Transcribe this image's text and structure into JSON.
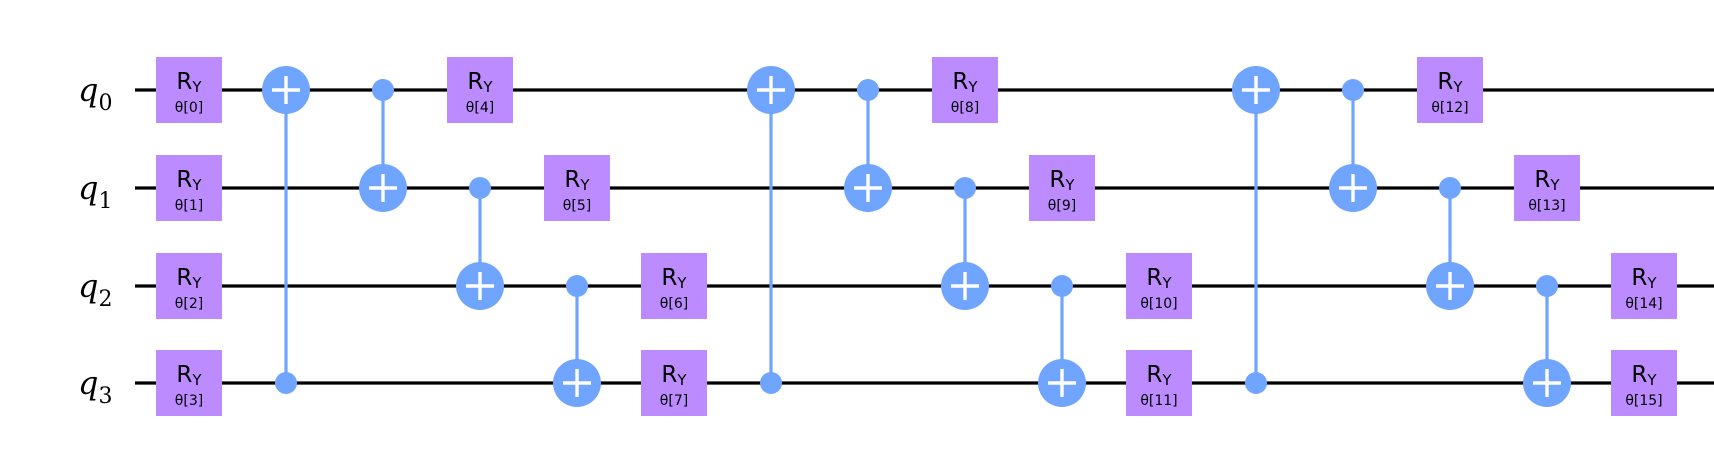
{
  "qubits": [
    {
      "name": "q",
      "index": "0"
    },
    {
      "name": "q",
      "index": "1"
    },
    {
      "name": "q",
      "index": "2"
    },
    {
      "name": "q",
      "index": "3"
    }
  ],
  "colors": {
    "wire": "#000000",
    "ry_gate": "#bb8bff",
    "cnot": "#6fa4ff",
    "background": "#ffffff"
  },
  "ry_gate": {
    "name": "R",
    "sub": "Y"
  },
  "gates": [
    {
      "type": "ry",
      "qubit": 0,
      "col": 0,
      "param": "θ[0]"
    },
    {
      "type": "ry",
      "qubit": 1,
      "col": 0,
      "param": "θ[1]"
    },
    {
      "type": "ry",
      "qubit": 2,
      "col": 0,
      "param": "θ[2]"
    },
    {
      "type": "ry",
      "qubit": 3,
      "col": 0,
      "param": "θ[3]"
    },
    {
      "type": "cx",
      "control": 3,
      "target": 0,
      "col": 1
    },
    {
      "type": "cx",
      "control": 0,
      "target": 1,
      "col": 2
    },
    {
      "type": "ry",
      "qubit": 0,
      "col": 3,
      "param": "θ[4]"
    },
    {
      "type": "cx",
      "control": 1,
      "target": 2,
      "col": 3
    },
    {
      "type": "ry",
      "qubit": 1,
      "col": 4,
      "param": "θ[5]"
    },
    {
      "type": "cx",
      "control": 2,
      "target": 3,
      "col": 4
    },
    {
      "type": "ry",
      "qubit": 2,
      "col": 5,
      "param": "θ[6]"
    },
    {
      "type": "ry",
      "qubit": 3,
      "col": 5,
      "param": "θ[7]"
    },
    {
      "type": "cx",
      "control": 3,
      "target": 0,
      "col": 6
    },
    {
      "type": "cx",
      "control": 0,
      "target": 1,
      "col": 7
    },
    {
      "type": "ry",
      "qubit": 0,
      "col": 8,
      "param": "θ[8]"
    },
    {
      "type": "cx",
      "control": 1,
      "target": 2,
      "col": 8
    },
    {
      "type": "ry",
      "qubit": 1,
      "col": 9,
      "param": "θ[9]"
    },
    {
      "type": "cx",
      "control": 2,
      "target": 3,
      "col": 9
    },
    {
      "type": "ry",
      "qubit": 2,
      "col": 10,
      "param": "θ[10]"
    },
    {
      "type": "ry",
      "qubit": 3,
      "col": 10,
      "param": "θ[11]"
    },
    {
      "type": "cx",
      "control": 3,
      "target": 0,
      "col": 11
    },
    {
      "type": "cx",
      "control": 0,
      "target": 1,
      "col": 12
    },
    {
      "type": "ry",
      "qubit": 0,
      "col": 13,
      "param": "θ[12]"
    },
    {
      "type": "cx",
      "control": 1,
      "target": 2,
      "col": 13
    },
    {
      "type": "ry",
      "qubit": 1,
      "col": 14,
      "param": "θ[13]"
    },
    {
      "type": "cx",
      "control": 2,
      "target": 3,
      "col": 14
    },
    {
      "type": "ry",
      "qubit": 2,
      "col": 15,
      "param": "θ[14]"
    },
    {
      "type": "ry",
      "qubit": 3,
      "col": 15,
      "param": "θ[15]"
    }
  ]
}
